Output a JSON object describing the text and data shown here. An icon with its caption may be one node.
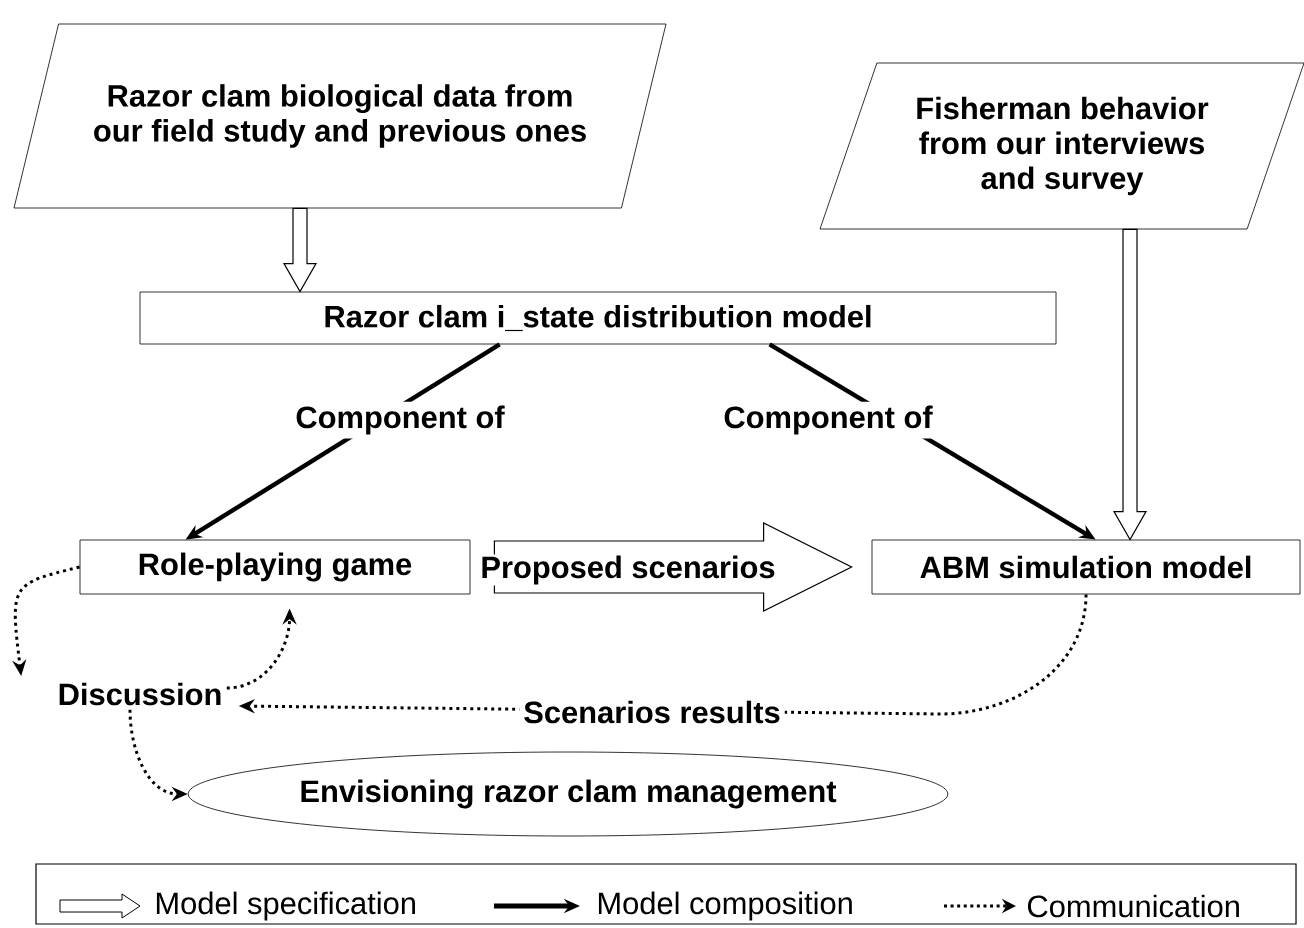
{
  "diagram": {
    "nodes": [
      {
        "text": [
          "Razor clam biological data from our field study and previous ones"
        ]
      },
      {
        "text": [
          "Fisherman behavior from our interviews and survey"
        ]
      },
      {
        "text": [
          "Razor clam i_state distribution model"
        ]
      },
      {
        "text": [
          "Role-playing game"
        ]
      },
      {
        "text": [
          "ABM simulation model"
        ]
      },
      {
        "text": [
          "Discussion"
        ]
      },
      {
        "text": [
          "Envisioning razor clam management"
        ]
      }
    ],
    "edges": [
      {
        "from": 0,
        "to": 2,
        "arrow": "to"
      },
      {
        "from": 1,
        "to": 4,
        "arrow": "to"
      },
      {
        "from": 2,
        "to": 3,
        "arrow": "to",
        "label": "Component of"
      },
      {
        "from": 2,
        "to": 4,
        "arrow": "to",
        "label": "Component of"
      },
      {
        "from": 3,
        "to": 4,
        "arrow": "to",
        "label": "Proposed scenarios"
      },
      {
        "from": 3,
        "to": 5,
        "arrow": "to",
        "style": "dashed"
      },
      {
        "from": 5,
        "to": 3,
        "arrow": "to",
        "style": "dashed"
      },
      {
        "from": 4,
        "to": 5,
        "arrow": "to",
        "label": "Scenarios results",
        "style": "dashed"
      },
      {
        "from": 5,
        "to": 6,
        "arrow": "to",
        "style": "dashed"
      }
    ],
    "legend": [
      {
        "text": "Model specification"
      },
      {
        "text": "Model composition"
      },
      {
        "text": "Communication"
      }
    ]
  }
}
